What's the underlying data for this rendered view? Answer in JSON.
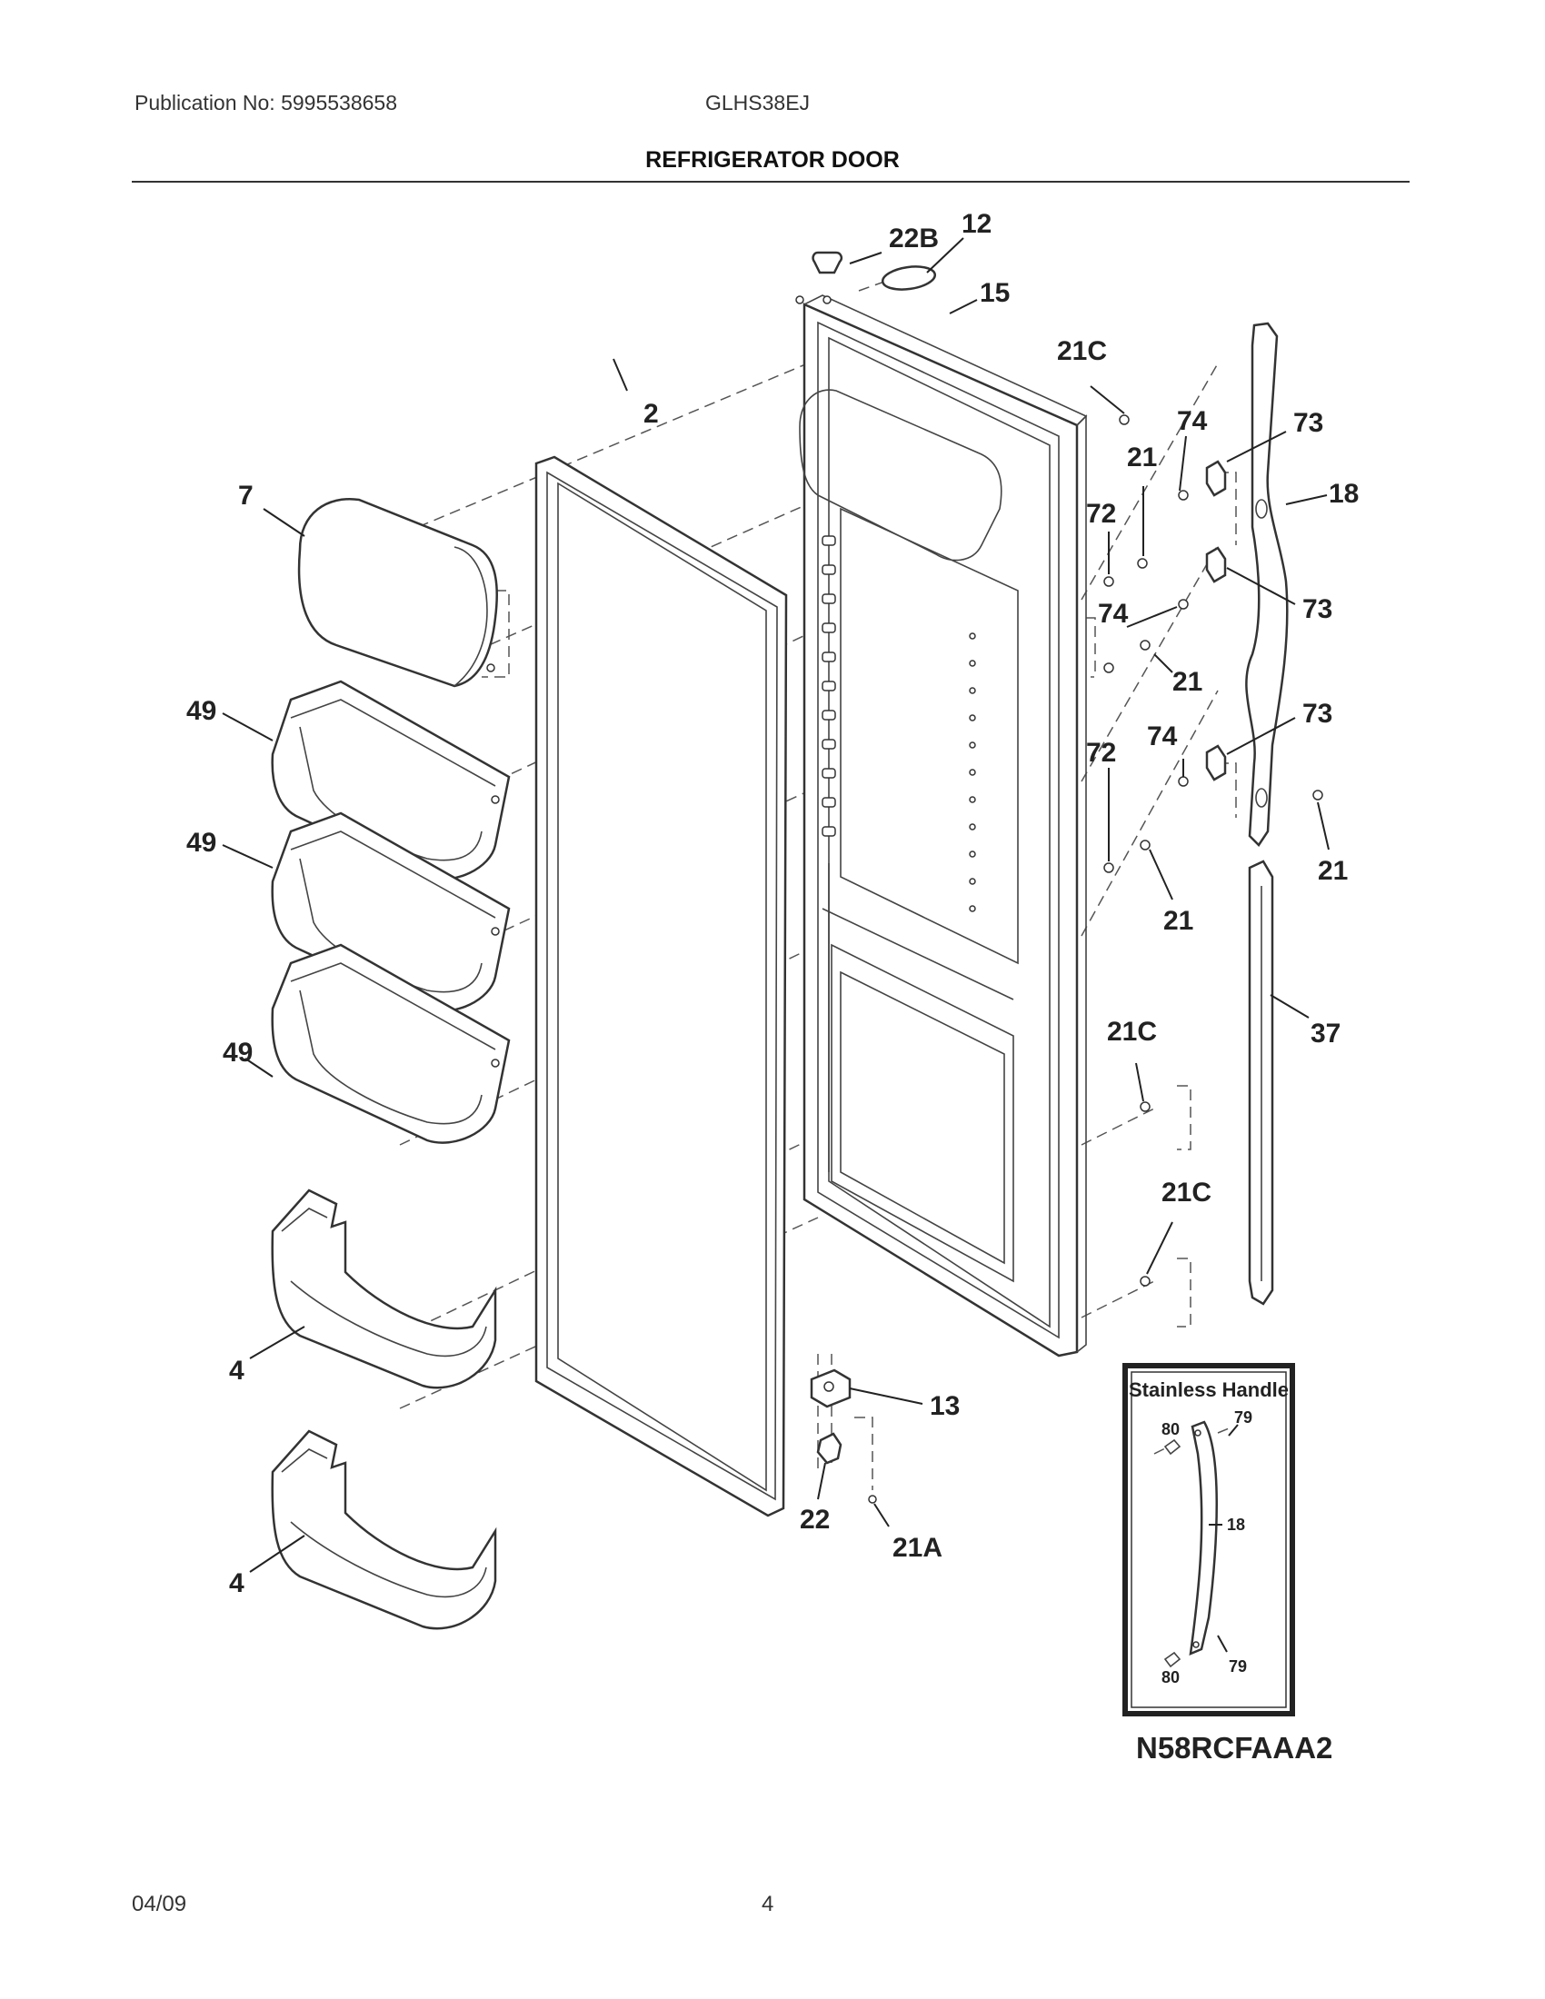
{
  "header": {
    "publication": "Publication No: 5995538658",
    "model": "GLHS38EJ",
    "title": "REFRIGERATOR DOOR"
  },
  "callouts": {
    "c22B": "22B",
    "c12": "12",
    "c15": "15",
    "c21C_top": "21C",
    "c2": "2",
    "c7": "7",
    "c74_a": "74",
    "c73_a": "73",
    "c21_a": "21",
    "c18": "18",
    "c72_a": "72",
    "c74_b": "74",
    "c73_b": "73",
    "c21_b": "21",
    "c49_a": "49",
    "c74_c": "74",
    "c73_c": "73",
    "c72_b": "72",
    "c49_b": "49",
    "c21_c": "21",
    "c21_d": "21",
    "c37": "37",
    "c49_c": "49",
    "c21C_mid": "21C",
    "c21C_low": "21C",
    "c4_a": "4",
    "c13": "13",
    "c22": "22",
    "c21A": "21A",
    "c4_b": "4"
  },
  "inset": {
    "title": "Stainless Handle",
    "l80_top": "80",
    "l79_top": "79",
    "l18": "18",
    "l80_bot": "80",
    "l79_bot": "79"
  },
  "diagram_code": "N58RCFAAA2",
  "footer": {
    "date": "04/09",
    "page": "4"
  }
}
